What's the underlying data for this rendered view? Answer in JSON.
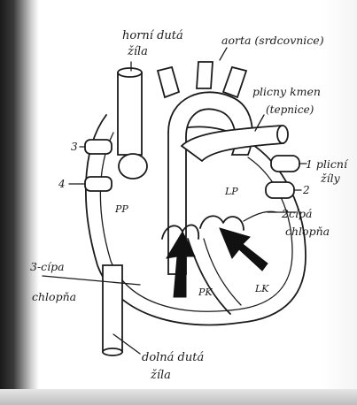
{
  "diagram": {
    "labels": {
      "superior_vena_cava": [
        "horní dutá",
        "žíla"
      ],
      "aorta": "aorta (srdcovnice)",
      "pulmonary_trunk": [
        "plicny kmen",
        "(tepnice)"
      ],
      "right_pulmonary_veins_num": "3",
      "right_pulmonary_veins_num2": "4",
      "left_pulmonary_veins": [
        "1 plicní",
        "žíly"
      ],
      "left_pulmonary_veins_num2": "2",
      "right_atrium": "PP",
      "left_atrium": "LP",
      "bicuspid_valve": [
        "2cípá",
        "chlopňa"
      ],
      "tricuspid_valve": [
        "3-cípa",
        "chlopňa"
      ],
      "right_ventricle": "PK",
      "left_ventricle": "LK",
      "inferior_vena_cava": [
        "dolná dutá",
        "žíla"
      ]
    }
  }
}
